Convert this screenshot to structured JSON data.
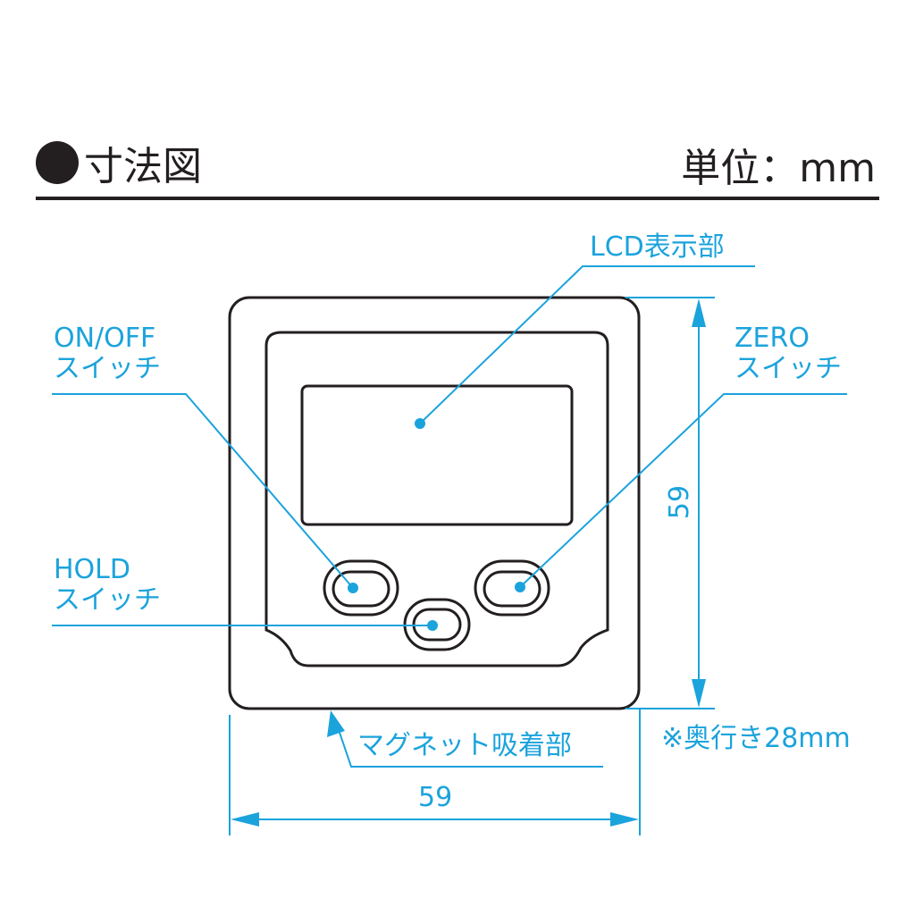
{
  "header": {
    "title": "寸法図",
    "bullet": "●",
    "unit_label": "単位：mm"
  },
  "colors": {
    "line": "#231f20",
    "accent": "#1ba3dc"
  },
  "labels": {
    "lcd": "LCD表示部",
    "onoff_line1": "ON/OFF",
    "onoff_line2": "スイッチ",
    "zero_line1": "ZERO",
    "zero_line2": "スイッチ",
    "hold_line1": "HOLD",
    "hold_line2": "スイッチ",
    "magnet": "マグネット吸着部",
    "depth_note": "※奥行き28mm"
  },
  "dimensions": {
    "width": "59",
    "height": "59",
    "depth": "28",
    "unit": "mm"
  }
}
